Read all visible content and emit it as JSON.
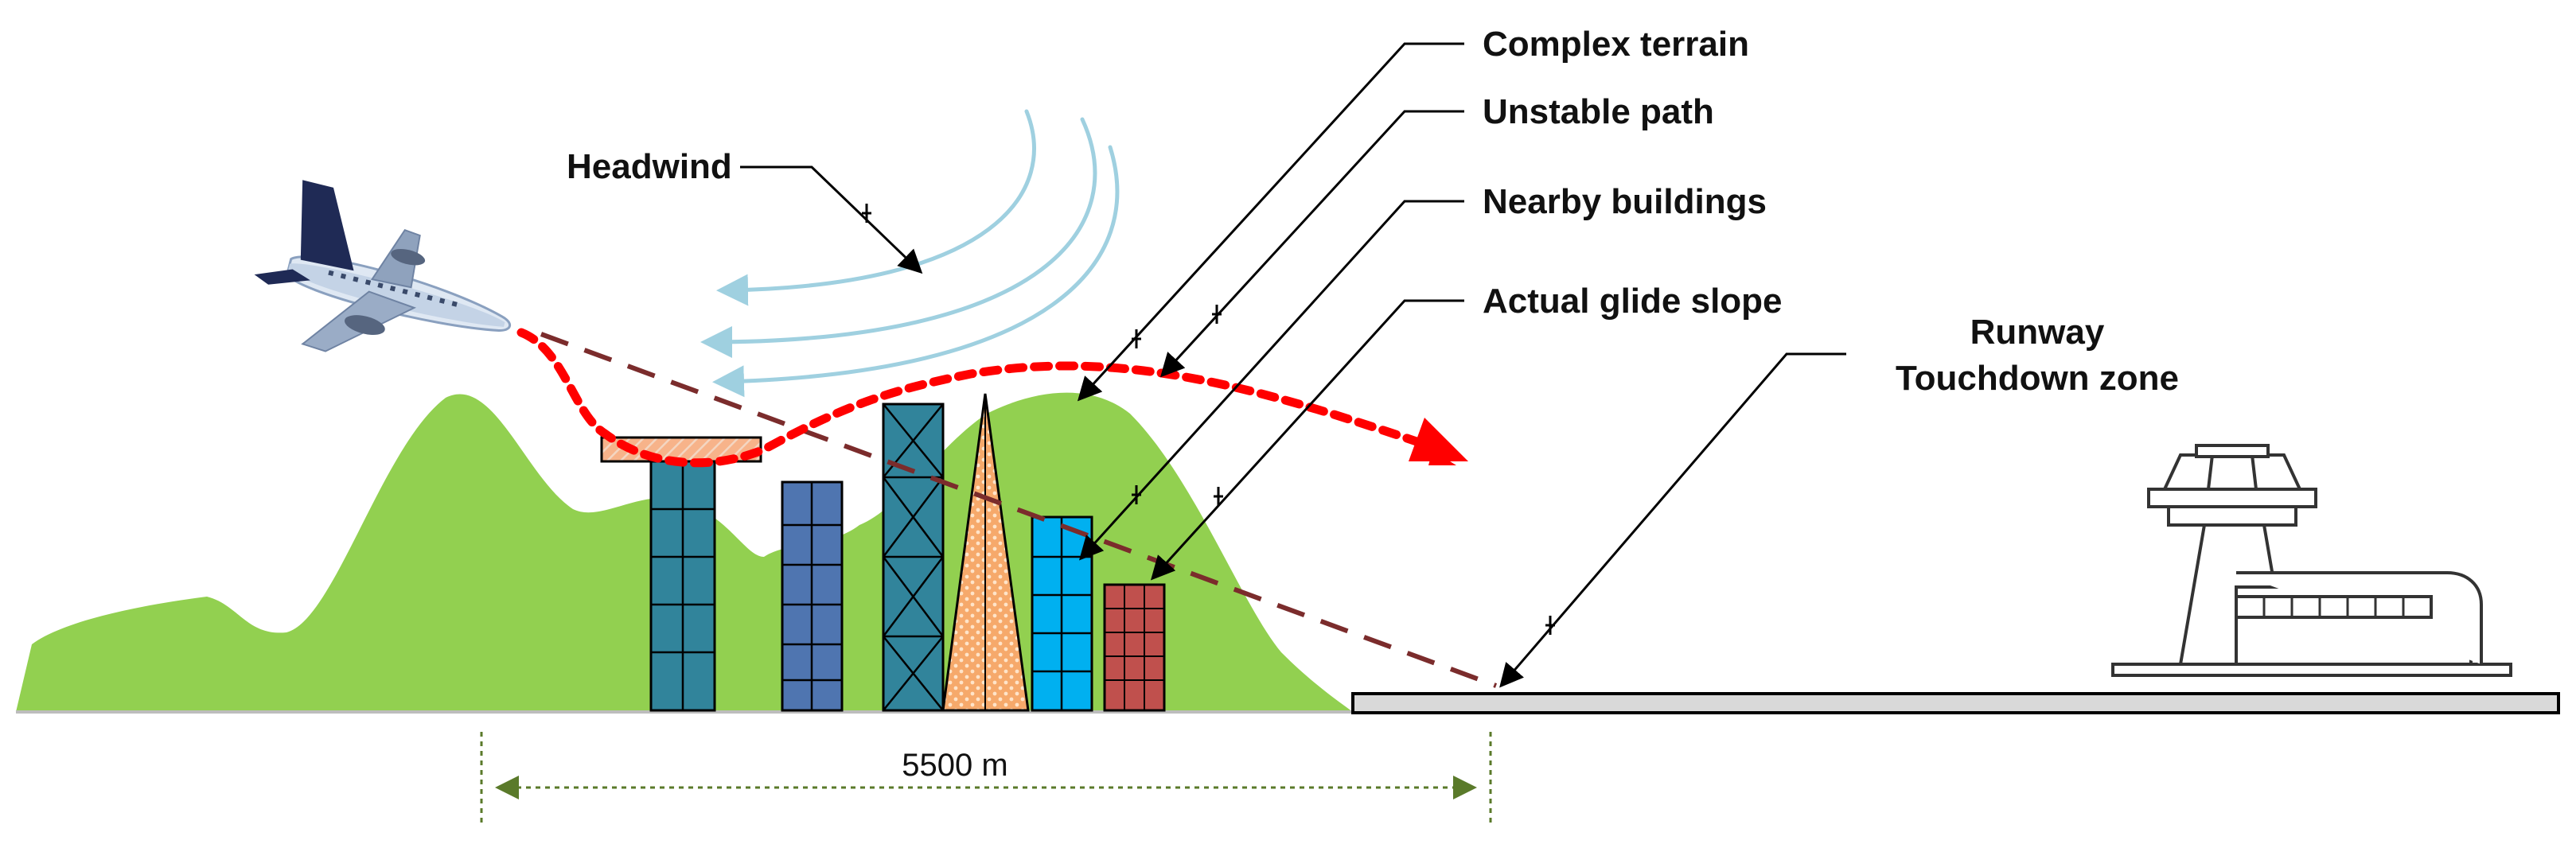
{
  "labels": {
    "headwind": "Headwind",
    "complex_terrain": "Complex terrain",
    "unstable_path": "Unstable path",
    "nearby_buildings": "Nearby buildings",
    "actual_glide_slope": "Actual glide slope",
    "runway": "Runway",
    "touchdown_zone": "Touchdown zone",
    "distance": "5500 m"
  },
  "colors": {
    "terrain": "#92d050",
    "wind": "#9fd0e0",
    "unstable_path": "#ff0000",
    "glide_slope": "#7b2c2c",
    "dimension_line": "#5a7a2a",
    "runway": "#d9d9d9"
  },
  "icons": [
    "airplane-icon",
    "control-tower-icon",
    "terminal-building-icon"
  ]
}
